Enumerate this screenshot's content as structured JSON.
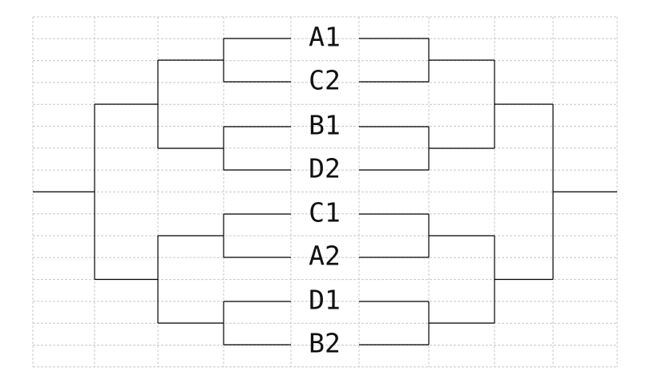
{
  "teams": [
    {
      "label": "A1"
    },
    {
      "label": "C2"
    },
    {
      "label": "B1"
    },
    {
      "label": "D2"
    },
    {
      "label": "C1"
    },
    {
      "label": "A2"
    },
    {
      "label": "D1"
    },
    {
      "label": "B2"
    }
  ],
  "colors": {
    "grid": "#c8c8c8",
    "bracket": "#000000",
    "text": "#111111"
  }
}
